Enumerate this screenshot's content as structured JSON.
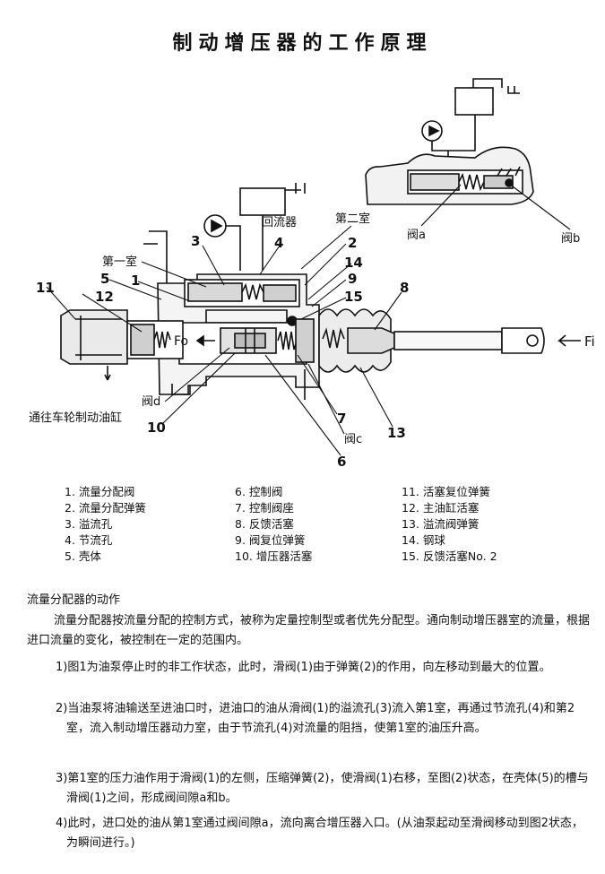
{
  "title": "制动增压器的工作原理",
  "diagram": {
    "labels": {
      "n1": "1",
      "n2": "2",
      "n3": "3",
      "n4": "4",
      "n5": "5",
      "n6": "6",
      "n7": "7",
      "n8": "8",
      "n9": "9",
      "n10": "10",
      "n11": "11",
      "n12": "12",
      "n13": "13",
      "n14": "14",
      "n15": "15",
      "chamber1": "第一室",
      "chamber2": "第二室",
      "return_flow": "回流器",
      "fo": "Fo",
      "fi": "Fi",
      "valve_a": "阀a",
      "valve_b": "阀b",
      "valve_c": "阀c",
      "valve_d": "阀d",
      "to_cylinder": "通往车轮制动油缸"
    }
  },
  "parts": {
    "col1": [
      "1. 流量分配阀",
      "2. 流量分配弹簧",
      "3. 溢流孔",
      "4. 节流孔",
      "5. 壳体"
    ],
    "col2": [
      "6. 控制阀",
      "7. 控制阀座",
      "8. 反馈活塞",
      "9. 阀复位弹簧",
      "10. 增压器活塞"
    ],
    "col3": [
      "11. 活塞复位弹簧",
      "12. 主油缸活塞",
      "13. 溢流阀弹簧",
      "14. 钢球",
      "15. 反馈活塞No. 2"
    ]
  },
  "section_title": "流量分配器的动作",
  "intro": "流量分配器按流量分配的控制方式，被称为定量控制型或者优先分配型。通向制动增压器室的流量，根据进口流量的变化，被控制在一定的范围内。",
  "items": [
    "1)图1为油泵停止时的非工作状态，此时，滑阀(1)由于弹簧(2)的作用，向左移动到最大的位置。",
    "2)当油泵将油输送至进油口时，进油口的油从滑阀(1)的溢流孔(3)流入第1室，再通过节流孔(4)和第2室，流入制动增压器动力室，由于节流孔(4)对流量的阻挡，使第1室的油压升高。",
    "3)第1室的压力油作用于滑阀(1)的左侧，压缩弹簧(2)，使滑阀(1)右移，至图(2)状态，在壳体(5)的槽与滑阀(1)之间，形成阀间隙a和b。",
    "4)此时，进口处的油从第1室通过阀间隙a，流向离合增压器入口。(从油泵起动至滑阀移动到图2状态，为瞬间进行。)"
  ]
}
